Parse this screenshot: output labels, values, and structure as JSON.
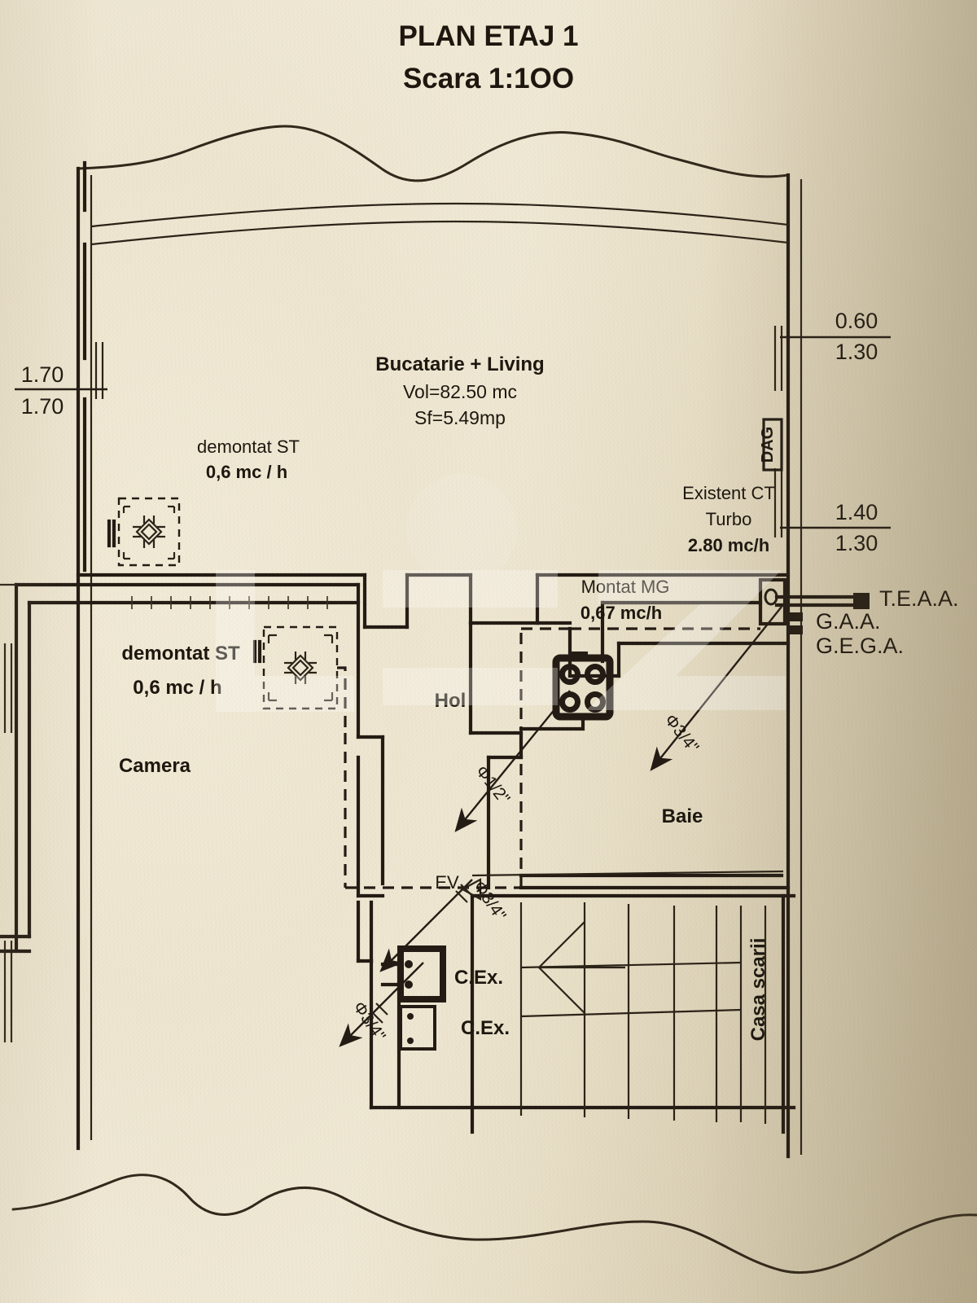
{
  "document": {
    "title": "PLAN ETAJ 1",
    "scale": "Scara 1:1OO",
    "type": "architectural-floor-plan",
    "language": "ro"
  },
  "rooms": [
    {
      "name": "Bucatarie + Living",
      "volume": "Vol=82.50 mc",
      "surface": "Sf=5.49mp"
    },
    {
      "name": "Camera"
    },
    {
      "name": "Hol"
    },
    {
      "name": "Baie"
    },
    {
      "name": "Casa scarii"
    }
  ],
  "annotations": {
    "demontat_1": {
      "line1": "demontat ST",
      "line2": "0,6 mc / h"
    },
    "demontat_2": {
      "line1": "demontat ST",
      "line2": "0,6 mc / h"
    },
    "existent_ct": {
      "line1": "Existent CT",
      "line2": "Turbo",
      "line3": "2.80 mc/h"
    },
    "montat_mg": {
      "line1": "Montat  MG",
      "line2": "0,67 mc/h"
    },
    "dag": "DAG",
    "ev": "EV",
    "cex_1": "C.Ex.",
    "cex_2": "C.Ex."
  },
  "abbreviations": [
    "T.E.A.A.",
    "G.A.A.",
    "G.E.G.A."
  ],
  "dimensions": {
    "left_top": {
      "over": "1.70",
      "under": "1.70"
    },
    "right_top": {
      "over": "0.60",
      "under": "1.30"
    },
    "right_mid": {
      "over": "1.40",
      "under": "1.30"
    }
  },
  "pipe_labels": [
    {
      "id": "pipe-half",
      "text": "Φ1/2\""
    },
    {
      "id": "pipe-three-quarter-right",
      "text": "Φ3/4\""
    },
    {
      "id": "pipe-three-quarter-ev",
      "text": "Φ3/4\""
    },
    {
      "id": "pipe-three-quarter-lower",
      "text": "Φ3/4\""
    }
  ],
  "colors": {
    "paper": "#f1ead6",
    "paper_shadow": "#cfc3a6",
    "ink": "#241c14",
    "ink_soft": "#3a2f20"
  }
}
